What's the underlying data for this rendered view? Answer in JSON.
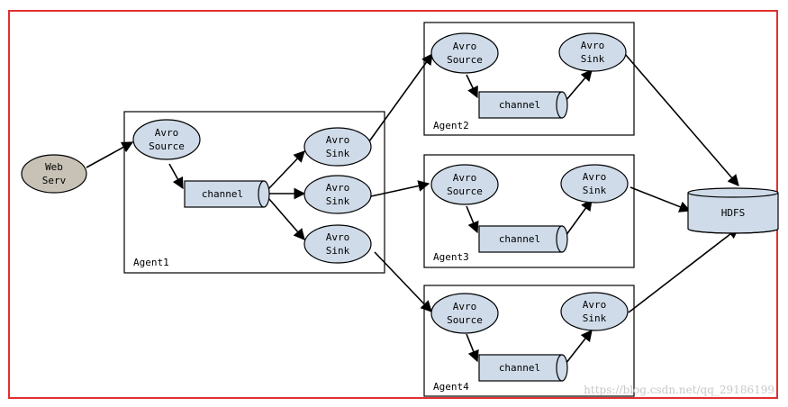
{
  "colors": {
    "frame": "#e03030",
    "node_fill": "#cfdbe9",
    "webserv_fill": "#c7c2b5",
    "stroke": "#000000",
    "watermark": "#c8c8c8"
  },
  "web": {
    "line1": "Web",
    "line2": "Serv"
  },
  "agent1": {
    "label": "Agent1",
    "source": {
      "line1": "Avro",
      "line2": "Source"
    },
    "channel": "channel",
    "sinks": [
      {
        "line1": "Avro",
        "line2": "Sink"
      },
      {
        "line1": "Avro",
        "line2": "Sink"
      },
      {
        "line1": "Avro",
        "line2": "Sink"
      }
    ]
  },
  "agents": [
    {
      "label": "Agent2",
      "source": {
        "line1": "Avro",
        "line2": "Source"
      },
      "channel": "channel",
      "sink": {
        "line1": "Avro",
        "line2": "Sink"
      }
    },
    {
      "label": "Agent3",
      "source": {
        "line1": "Avro",
        "line2": "Source"
      },
      "channel": "channel",
      "sink": {
        "line1": "Avro",
        "line2": "Sink"
      }
    },
    {
      "label": "Agent4",
      "source": {
        "line1": "Avro",
        "line2": "Source"
      },
      "channel": "channel",
      "sink": {
        "line1": "Avro",
        "line2": "Sink"
      }
    }
  ],
  "hdfs": {
    "label": "HDFS"
  },
  "watermark": "https://blog.csdn.net/qq_29186199"
}
